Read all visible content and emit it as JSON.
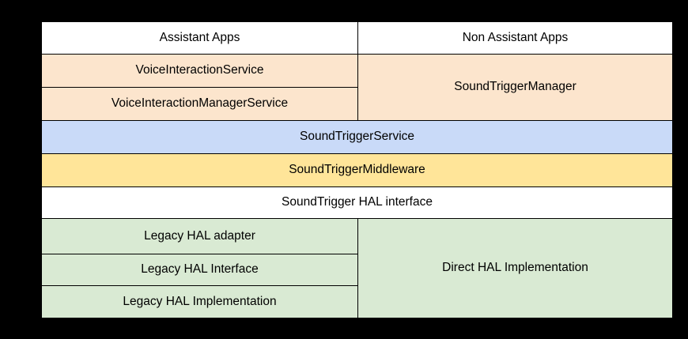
{
  "diagram": {
    "title": "SoundTrigger stack layer diagram",
    "layers": [
      "apps",
      "framework-api",
      "system-service",
      "middleware",
      "hal-interface",
      "hal-implementation"
    ]
  },
  "cells": {
    "assistant_apps": "Assistant Apps",
    "non_assistant_apps": "Non Assistant Apps",
    "voice_interaction_service": "VoiceInteractionService",
    "voice_interaction_manager_service": "VoiceInteractionManagerService",
    "sound_trigger_manager": "SoundTriggerManager",
    "sound_trigger_service": "SoundTriggerService",
    "sound_trigger_middleware": "SoundTriggerMiddleware",
    "sound_trigger_hal_interface": "SoundTrigger HAL interface",
    "legacy_hal_adapter": "Legacy HAL adapter",
    "legacy_hal_interface": "Legacy HAL Interface",
    "legacy_hal_implementation": "Legacy HAL Implementation",
    "direct_hal_implementation": "Direct HAL Implementation"
  },
  "colors": {
    "app_layer": "#ffffff",
    "framework_layer": "#fce5cd",
    "service_layer": "#c9daf8",
    "middleware_layer": "#ffe599",
    "hal_layer": "#d9ead3",
    "canvas_background": "#000000",
    "cell_border": "#000000",
    "cell_text": "#000000"
  }
}
